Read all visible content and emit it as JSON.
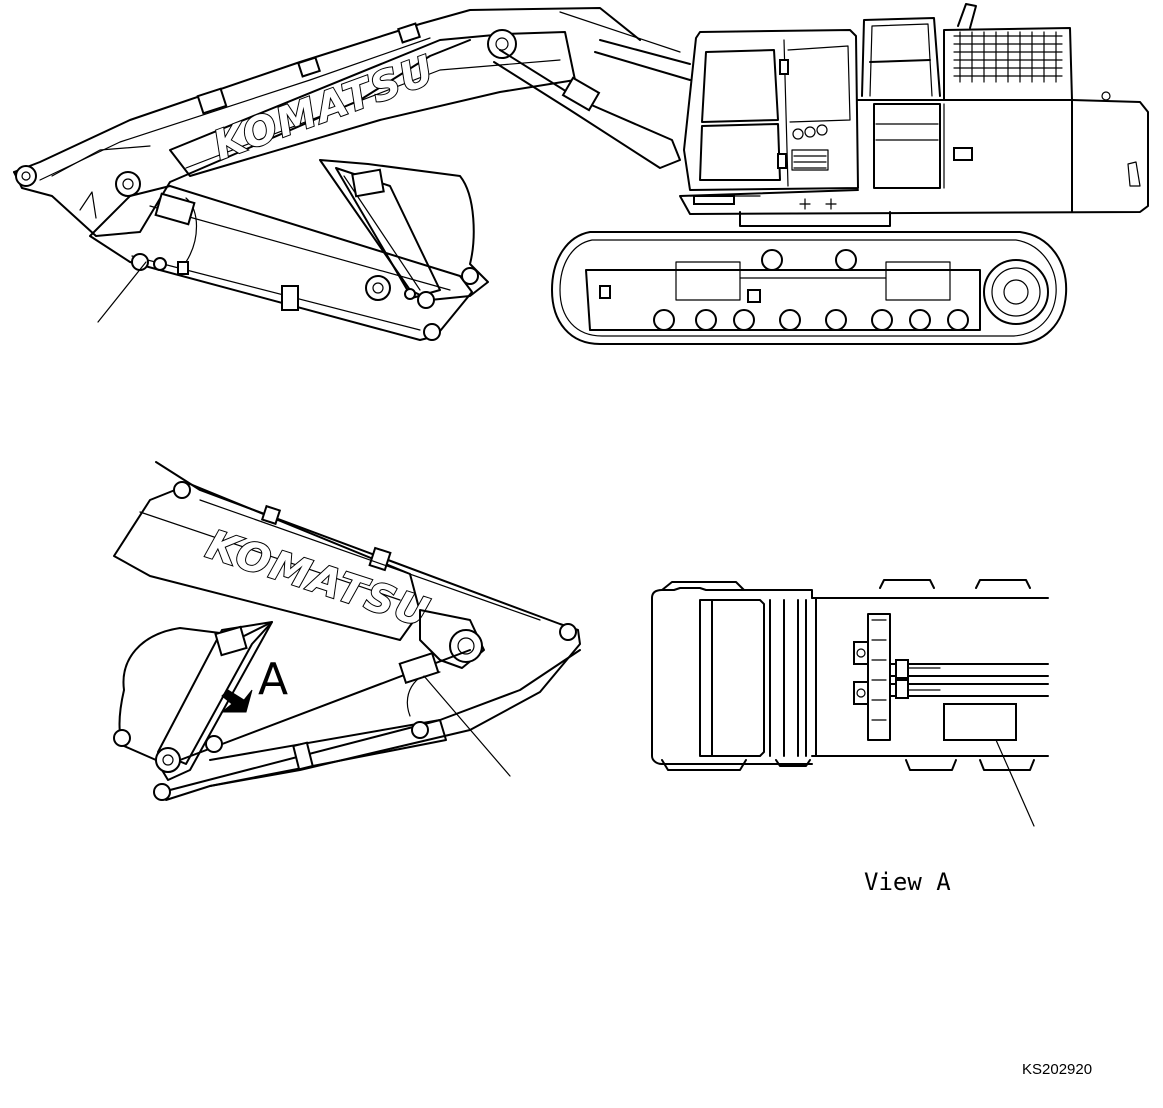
{
  "drawing": {
    "brand_side": "KOMATSU",
    "brand_detail": "KOMATSU",
    "view_marker": "A",
    "view_caption": "View A",
    "drawing_code": "KS202920"
  },
  "colors": {
    "line": "#000000",
    "background": "#ffffff"
  }
}
